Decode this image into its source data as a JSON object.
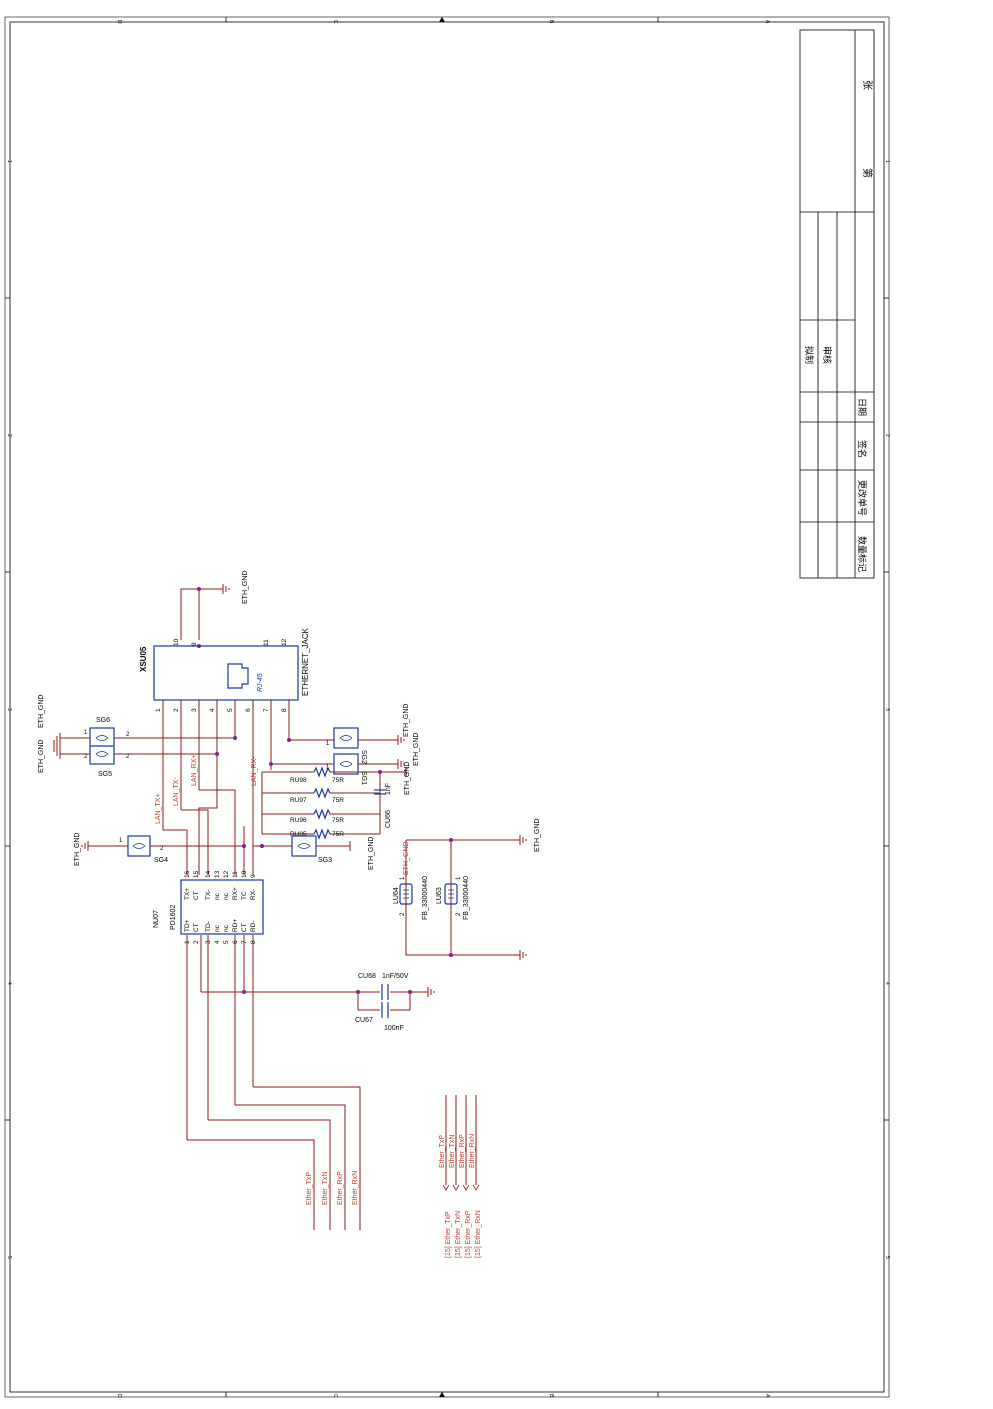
{
  "border": {
    "top_letters": [
      "D",
      "C",
      "B",
      "A"
    ],
    "bottom_letters": [
      "D",
      "C",
      "B",
      "A"
    ],
    "left_numbers": [
      "1",
      "2",
      "3",
      "4",
      "5"
    ],
    "right_numbers": [
      "1",
      "2",
      "3",
      "4",
      "5"
    ]
  },
  "title_block": {
    "sheet_label": "第",
    "sheets_label": "张",
    "drafted": "拟制",
    "reviewed": "审核",
    "headers": [
      "标记",
      "数量",
      "更改单号",
      "签名",
      "日期"
    ]
  },
  "jack": {
    "ref": "XSU05",
    "value": "ETHERNET_JACK",
    "inner": "RJ-45",
    "pins_bottom": [
      "1",
      "2",
      "3",
      "4",
      "5",
      "6",
      "7",
      "8"
    ],
    "pins_top": [
      "10",
      "9",
      "11",
      "12"
    ]
  },
  "transformer": {
    "ref": "NU07",
    "value": "PD1602",
    "top_pins": [
      "16",
      "15",
      "14",
      "13",
      "12",
      "11",
      "10",
      "9"
    ],
    "top_names": [
      "TX+",
      "CT",
      "TX-",
      "nc",
      "nc",
      "RX+",
      "TC",
      "RX-"
    ],
    "bottom_pins": [
      "1",
      "2",
      "3",
      "4",
      "5",
      "6",
      "7",
      "8"
    ],
    "bottom_names": [
      "TD+",
      "CT",
      "TD-",
      "nc",
      "nc",
      "RD+",
      "CT",
      "RD-"
    ]
  },
  "nets": {
    "lan": [
      "LAN_TX+",
      "LAN_TX-",
      "LAN_RX+",
      "LAN_RX-"
    ],
    "ether": [
      "Ether_TxP",
      "Ether_TxN",
      "Ether_RxP",
      "Ether_RxN"
    ],
    "ports": [
      "[15]  Ether_TxP",
      "[15]  Ether_TxN",
      "[15]  Ether_RxP",
      "[15]  Ether_RxN"
    ],
    "gnd": "ETH_GND"
  },
  "parts": {
    "sg1": "SG1",
    "sg2": "SG2",
    "sg3": "SG3",
    "sg4": "SG4",
    "sg5": "SG5",
    "sg6": "SG6",
    "ru95": "RU95",
    "ru96": "RU96",
    "ru97": "RU97",
    "ru98": "RU98",
    "r_val": "75R",
    "cu66": "CU66",
    "cu66_val": "1nF",
    "cu67": "CU67",
    "cu67_val": "100nF",
    "cu68": "CU68",
    "cu68_val": "1nF/50V",
    "lu63": "LU63",
    "lu64": "LU64",
    "fb_val": "FB_33000440",
    "pin1": "1",
    "pin2": "2"
  }
}
